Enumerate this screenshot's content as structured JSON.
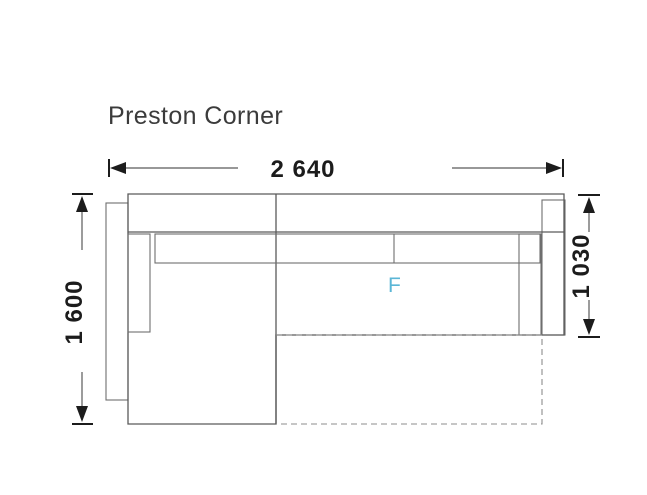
{
  "drawing": {
    "title": "Preston Corner",
    "zone_label": "F",
    "zone_label_color": "#5bb6d6",
    "line_color": "#6e6e6e",
    "text_color": "#3b3b3b",
    "background": "#ffffff",
    "units_note": "",
    "dimensions": {
      "width_top": "2 640",
      "height_left": "1 600",
      "height_right": "1 030"
    }
  }
}
